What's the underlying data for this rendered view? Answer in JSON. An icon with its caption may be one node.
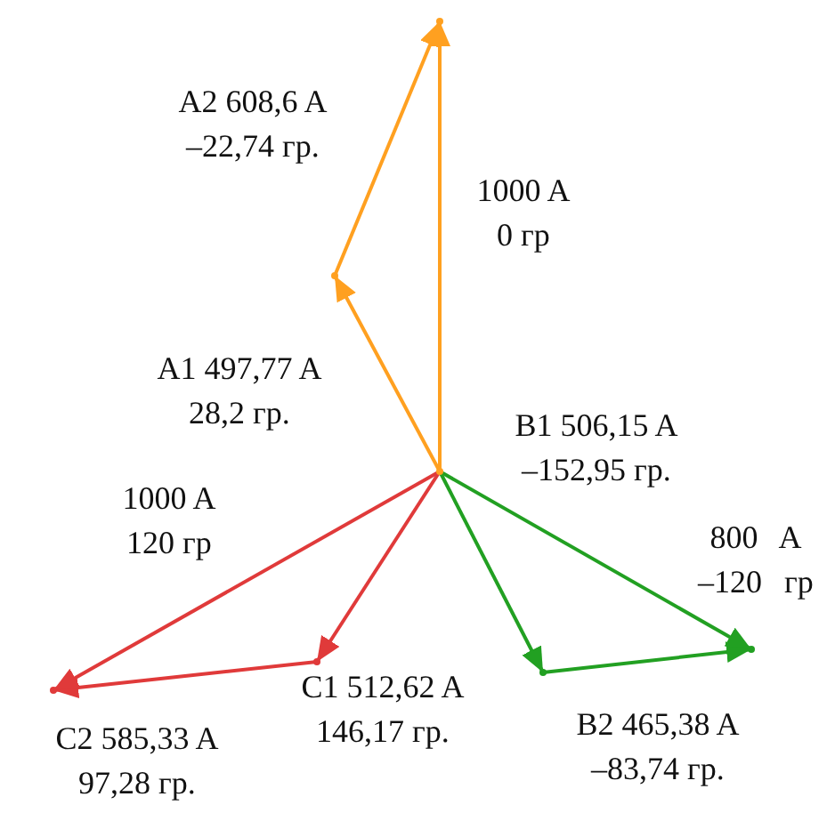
{
  "diagram": {
    "nodes": [
      {
        "text": [],
        "shape": "point"
      },
      {
        "text": [],
        "shape": "point"
      },
      {
        "text": [],
        "shape": "point"
      },
      {
        "text": [],
        "shape": "point"
      },
      {
        "text": [],
        "shape": "point"
      },
      {
        "text": [],
        "shape": "point"
      },
      {
        "text": [],
        "shape": "point"
      }
    ],
    "edges": [
      {
        "from": 0,
        "to": 1,
        "arrow": "to",
        "label": "A1 497,77 A 28,2 гр.",
        "color": "#ffa020"
      },
      {
        "from": 1,
        "to": 2,
        "arrow": "to",
        "label": "A2 608,6 A –22,74 гр.",
        "color": "#ffa020"
      },
      {
        "from": 0,
        "to": 2,
        "arrow": "to",
        "label": "1000 A 0 гр",
        "color": "#ffa020"
      },
      {
        "from": 0,
        "to": 3,
        "arrow": "to",
        "label": "C1 512,62 A 146,17 гр.",
        "color": "#e03a3a"
      },
      {
        "from": 3,
        "to": 4,
        "arrow": "to",
        "label": "C2 585,33 A 97,28 гр.",
        "color": "#e03a3a"
      },
      {
        "from": 0,
        "to": 4,
        "arrow": "to",
        "label": "1000 A 120 гр",
        "color": "#e03a3a"
      },
      {
        "from": 0,
        "to": 5,
        "arrow": "to",
        "label": "B1 506,15 A –152,95 гр.",
        "color": "#22a022"
      },
      {
        "from": 5,
        "to": 6,
        "arrow": "to",
        "label": "B2 465,38 A –83,74 гр.",
        "color": "#22a022"
      },
      {
        "from": 0,
        "to": 6,
        "arrow": "to",
        "label": "800 A –120 гр",
        "color": "#22a022"
      }
    ]
  }
}
